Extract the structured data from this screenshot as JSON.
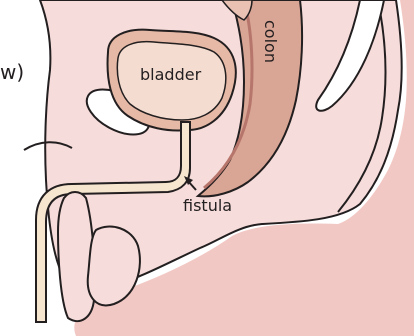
{
  "labels": {
    "partial_left": "w)",
    "bladder": "bladder",
    "colon": "colon",
    "fistula": "fistula"
  },
  "colors": {
    "outline": "#231f20",
    "skin": "#f2c8c4",
    "skin_light": "#f6dcda",
    "bone_white": "#ffffff",
    "bladder_wall": "#e6b9a6",
    "bladder_fill": "#f4ddd0",
    "urethra_fill": "#f7e6cf",
    "colon_fill": "#d9a594",
    "colon_wall": "#b7766b"
  }
}
